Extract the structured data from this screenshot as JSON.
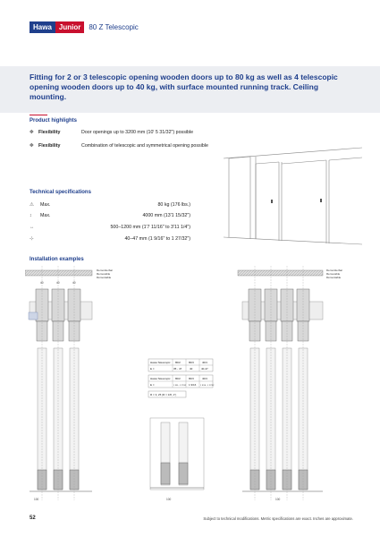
{
  "brand": {
    "name1": "Hawa",
    "name2": "Junior",
    "product": "80 Z Telescopic"
  },
  "headline": "Fitting for 2 or 3 telescopic opening wooden doors up to 80 kg as well as 4 telescopic opening wooden doors up to 40 kg, with surface mounted running track. Ceiling mounting.",
  "highlights": {
    "title": "Product highlights",
    "items": [
      {
        "icon": "flexibility-icon",
        "label": "Flexibility",
        "text": "Door openings up to 3200 mm (10' 5 31/32\") possible"
      },
      {
        "icon": "flexibility-icon",
        "label": "Flexibility",
        "text": "Combination of telescopic and symmetrical opening possible"
      }
    ]
  },
  "specs": {
    "title": "Technical specifications",
    "items": [
      {
        "icon": "weight-icon",
        "label": "Max.",
        "value": "80 kg (176 lbs.)"
      },
      {
        "icon": "height-icon",
        "label": "Max.",
        "value": "4000 mm (13'1 15/32\")"
      },
      {
        "icon": "width-icon",
        "label": "",
        "value": "500–1200 mm (1'7 11/16\" to 3'11 1/4\")"
      },
      {
        "icon": "thickness-icon",
        "label": "",
        "value": "40–47 mm (1 9/16\" to 1 27/32\")"
      }
    ]
  },
  "installation": {
    "title": "Installation examples",
    "removable_left": "Demontierbar\nRemovable\nDémontable",
    "removable_right": "Demontierbar\nRemovable\nDémontable",
    "table1": {
      "headers": [
        "Hawa Telescopic",
        "80/2",
        "80/3",
        "40/4"
      ],
      "row_label": "E =",
      "row": [
        "35 - 47",
        "40",
        "40-47"
      ]
    },
    "table2": {
      "headers": [
        "Hawa Telescopic",
        "80/2",
        "80/3",
        "40/4"
      ],
      "row_label": "E =",
      "row": [
        "1 3/8 - 1 27/32",
        "1 9/16",
        "1 9/16 - 1 27/32"
      ]
    },
    "note": "R = 3, 25 (R = 1/8, 1\")",
    "dims_top": [
      "40",
      "40",
      "40"
    ],
    "dims_bottom": [
      "100",
      "100",
      "100"
    ]
  },
  "footer": {
    "page": "52",
    "note": "Subject to technical modifications. Metric specifications are exact. Inches are approximate."
  }
}
